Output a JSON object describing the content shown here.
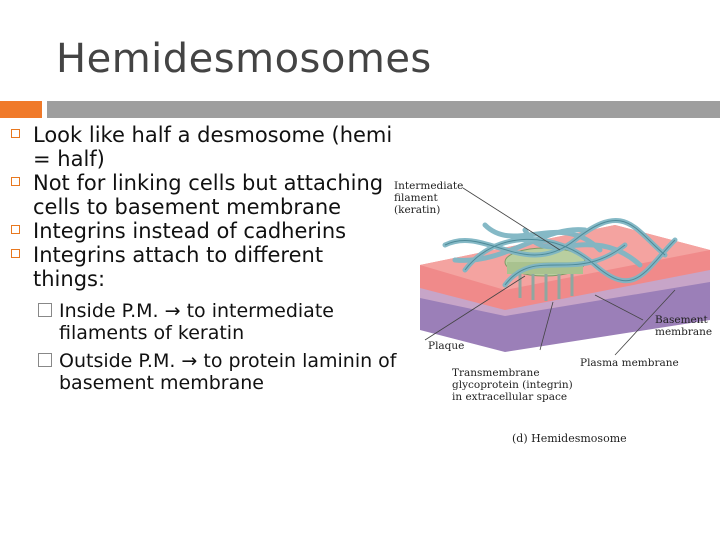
{
  "title": "Hemidesmosomes",
  "bullets": [
    "Look like half a desmosome (hemi = half)",
    "Not for linking cells but attaching cells to basement membrane",
    "Integrins instead of cadherins",
    "Integrins attach to different things:"
  ],
  "sub_bullets": [
    "Inside P.M. → to intermediate filaments of keratin",
    "Outside P.M. → to protein laminin of basement membrane"
  ],
  "diagram": {
    "label_filament": "Intermediate\nfilament\n(keratin)",
    "label_basement": "Basement\nmembrane",
    "label_plaque": "Plaque",
    "label_plasma": "Plasma membrane",
    "label_transmembrane": "Transmembrane\nglycoprotein (integrin)\nin extracellular space",
    "caption": "(d) Hemidesmosome"
  },
  "colors": {
    "accent_orange": "#f07a2a",
    "bar_gray": "#9e9e9e"
  }
}
